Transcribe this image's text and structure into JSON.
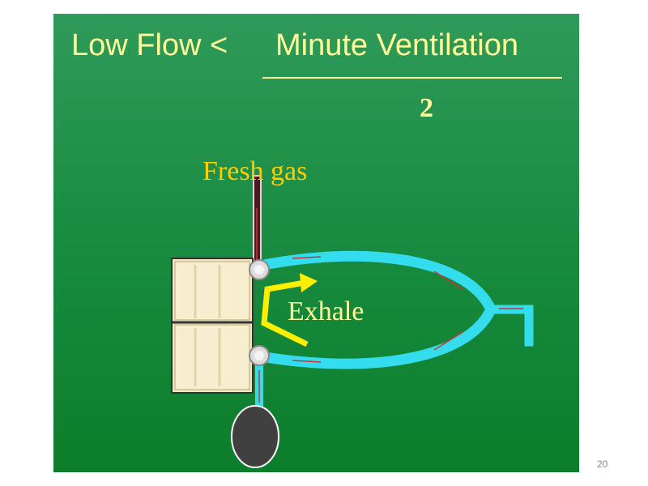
{
  "formula": {
    "lhs": "Low Flow <",
    "numerator": "Minute Ventilation",
    "denominator": "2"
  },
  "labels": {
    "fresh_gas": "Fresh gas",
    "exhale": "Exhale"
  },
  "slide_number": "20",
  "colors": {
    "background_top": "#2f9a5a",
    "background_bottom": "#0c7d2a",
    "formula_text": "#ffff99",
    "fresh_gas_text": "#ffcc00",
    "tubing": "#33ddee",
    "exhale_arrow": "#ffee00",
    "flow_arrows": "#cc3333",
    "absorber": "#f2e8c0",
    "reservoir_bag": "#404040"
  }
}
